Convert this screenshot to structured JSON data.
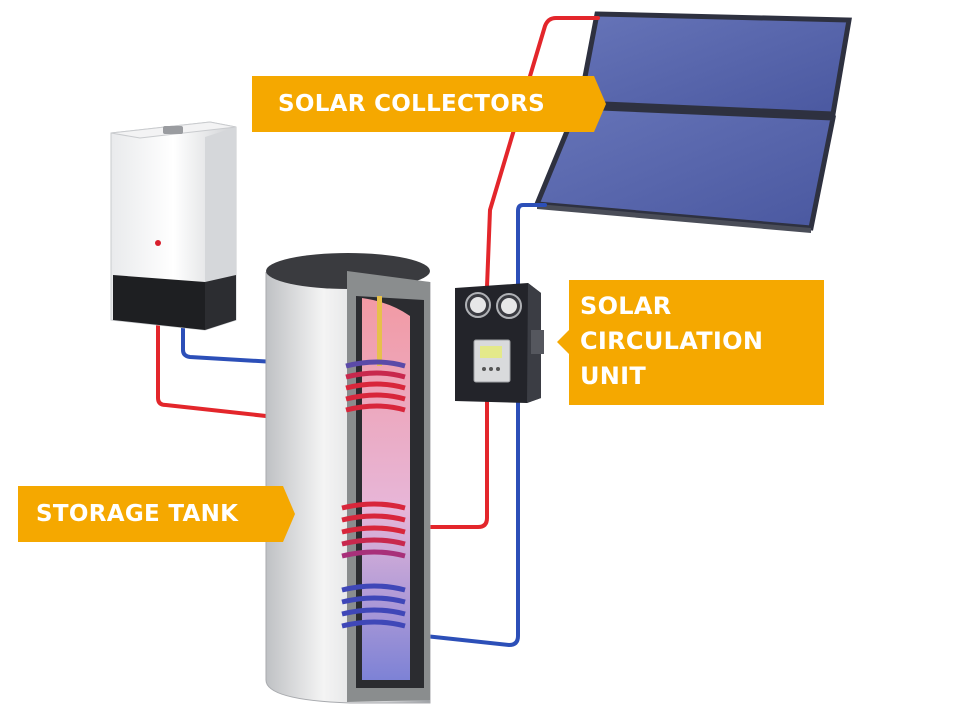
{
  "labels": {
    "solar_collectors": "SOLAR COLLECTORS",
    "solar_circulation_unit": [
      "SOLAR",
      "CIRCULATION",
      "UNIT"
    ],
    "storage_tank": "STORAGE TANK"
  },
  "colors": {
    "callout": "#f5a800",
    "hot_pipe": "#e3262b",
    "cold_pipe": "#2c4fb8",
    "collector_glass": "#5566ad",
    "collector_frame": "#2e3140"
  },
  "icons": [
    "solar-collector-panel",
    "boiler",
    "storage-tank",
    "circulation-pump-unit",
    "pressure-gauge"
  ]
}
